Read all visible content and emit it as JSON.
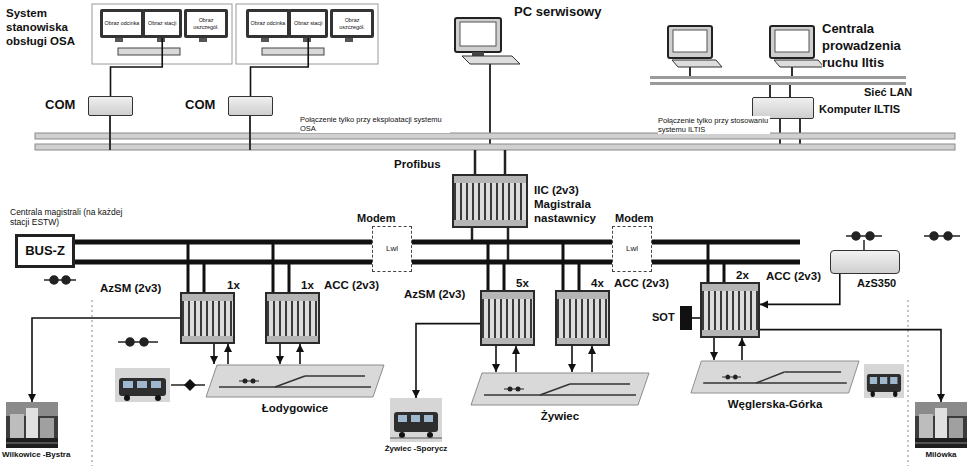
{
  "diagram": {
    "nodes": [
      {
        "text": [
          "Obraz odcinka"
        ]
      },
      {
        "text": [
          "Obraz stacji"
        ]
      },
      {
        "text": [
          "Obraz uszczegół."
        ]
      },
      {
        "text": [
          "Obraz odcinka"
        ]
      },
      {
        "text": [
          "Obraz stacji"
        ]
      },
      {
        "text": [
          "Obraz uszczegół."
        ]
      },
      {
        "text": [
          "COM"
        ]
      },
      {
        "text": [
          "COM"
        ]
      },
      {
        "text": [
          "Komputer ILTIS"
        ]
      },
      {
        "text": [
          "IIC (2v3)"
        ]
      },
      {
        "text": [
          "Centrala magistrali (na każdej stacji ESTW)",
          "BUS-Z"
        ]
      },
      {
        "text": [
          "Modem",
          "Lwl"
        ]
      },
      {
        "text": [
          "Modem",
          "Lwl"
        ]
      },
      {
        "text": [
          "AzS350"
        ]
      },
      {
        "text": [
          "AzSM (2v3)",
          "1x"
        ]
      },
      {
        "text": [
          "1x",
          "ACC (2v3)"
        ]
      },
      {
        "text": [
          "AzSM (2v3)",
          "5x"
        ]
      },
      {
        "text": [
          "4x",
          "ACC (2v3)"
        ]
      },
      {
        "text": [
          "SOT"
        ]
      },
      {
        "text": [
          "2x",
          "ACC (2v3)"
        ]
      },
      {
        "text": [
          "Łodygowice"
        ]
      },
      {
        "text": [
          "Żywiec"
        ]
      },
      {
        "text": [
          "Węglerska-Górka"
        ]
      },
      {
        "text": [
          "Wilkowice -Bystra"
        ]
      },
      {
        "text": [
          "Żywiec -Sporycz"
        ]
      },
      {
        "text": [
          "Milówka"
        ]
      }
    ],
    "edges": [
      {
        "from": 1,
        "to": 6,
        "arrow": "none"
      },
      {
        "from": 4,
        "to": 7,
        "arrow": "none"
      },
      {
        "from": 14,
        "to": 20,
        "arrow": "to"
      },
      {
        "from": 20,
        "to": 14,
        "arrow": "to"
      },
      {
        "from": 15,
        "to": 20,
        "arrow": "to"
      },
      {
        "from": 20,
        "to": 15,
        "arrow": "to"
      },
      {
        "from": 14,
        "to": 23,
        "arrow": "to"
      },
      {
        "from": 16,
        "to": 21,
        "arrow": "to"
      },
      {
        "from": 21,
        "to": 16,
        "arrow": "to"
      },
      {
        "from": 17,
        "to": 21,
        "arrow": "to"
      },
      {
        "from": 21,
        "to": 17,
        "arrow": "to"
      },
      {
        "from": 16,
        "to": 24,
        "arrow": "to"
      },
      {
        "from": 18,
        "to": 19,
        "arrow": "none"
      },
      {
        "from": 19,
        "to": 22,
        "arrow": "to"
      },
      {
        "from": 22,
        "to": 19,
        "arrow": "to"
      },
      {
        "from": 19,
        "to": 25,
        "arrow": "to"
      },
      {
        "from": 13,
        "to": 19,
        "arrow": "to"
      }
    ],
    "labels": [
      "System stanowiska obsługi OSA",
      "PC serwisowy",
      "Centrala prowadzenia ruchu Iltis",
      "Sieć LAN",
      "Połączenie tylko przy eksploatacji systemu OSA",
      "Połączenie tylko przy stosowaniu systemu ILTIS",
      "Profibus",
      "Magistrala nastawnicy"
    ]
  }
}
